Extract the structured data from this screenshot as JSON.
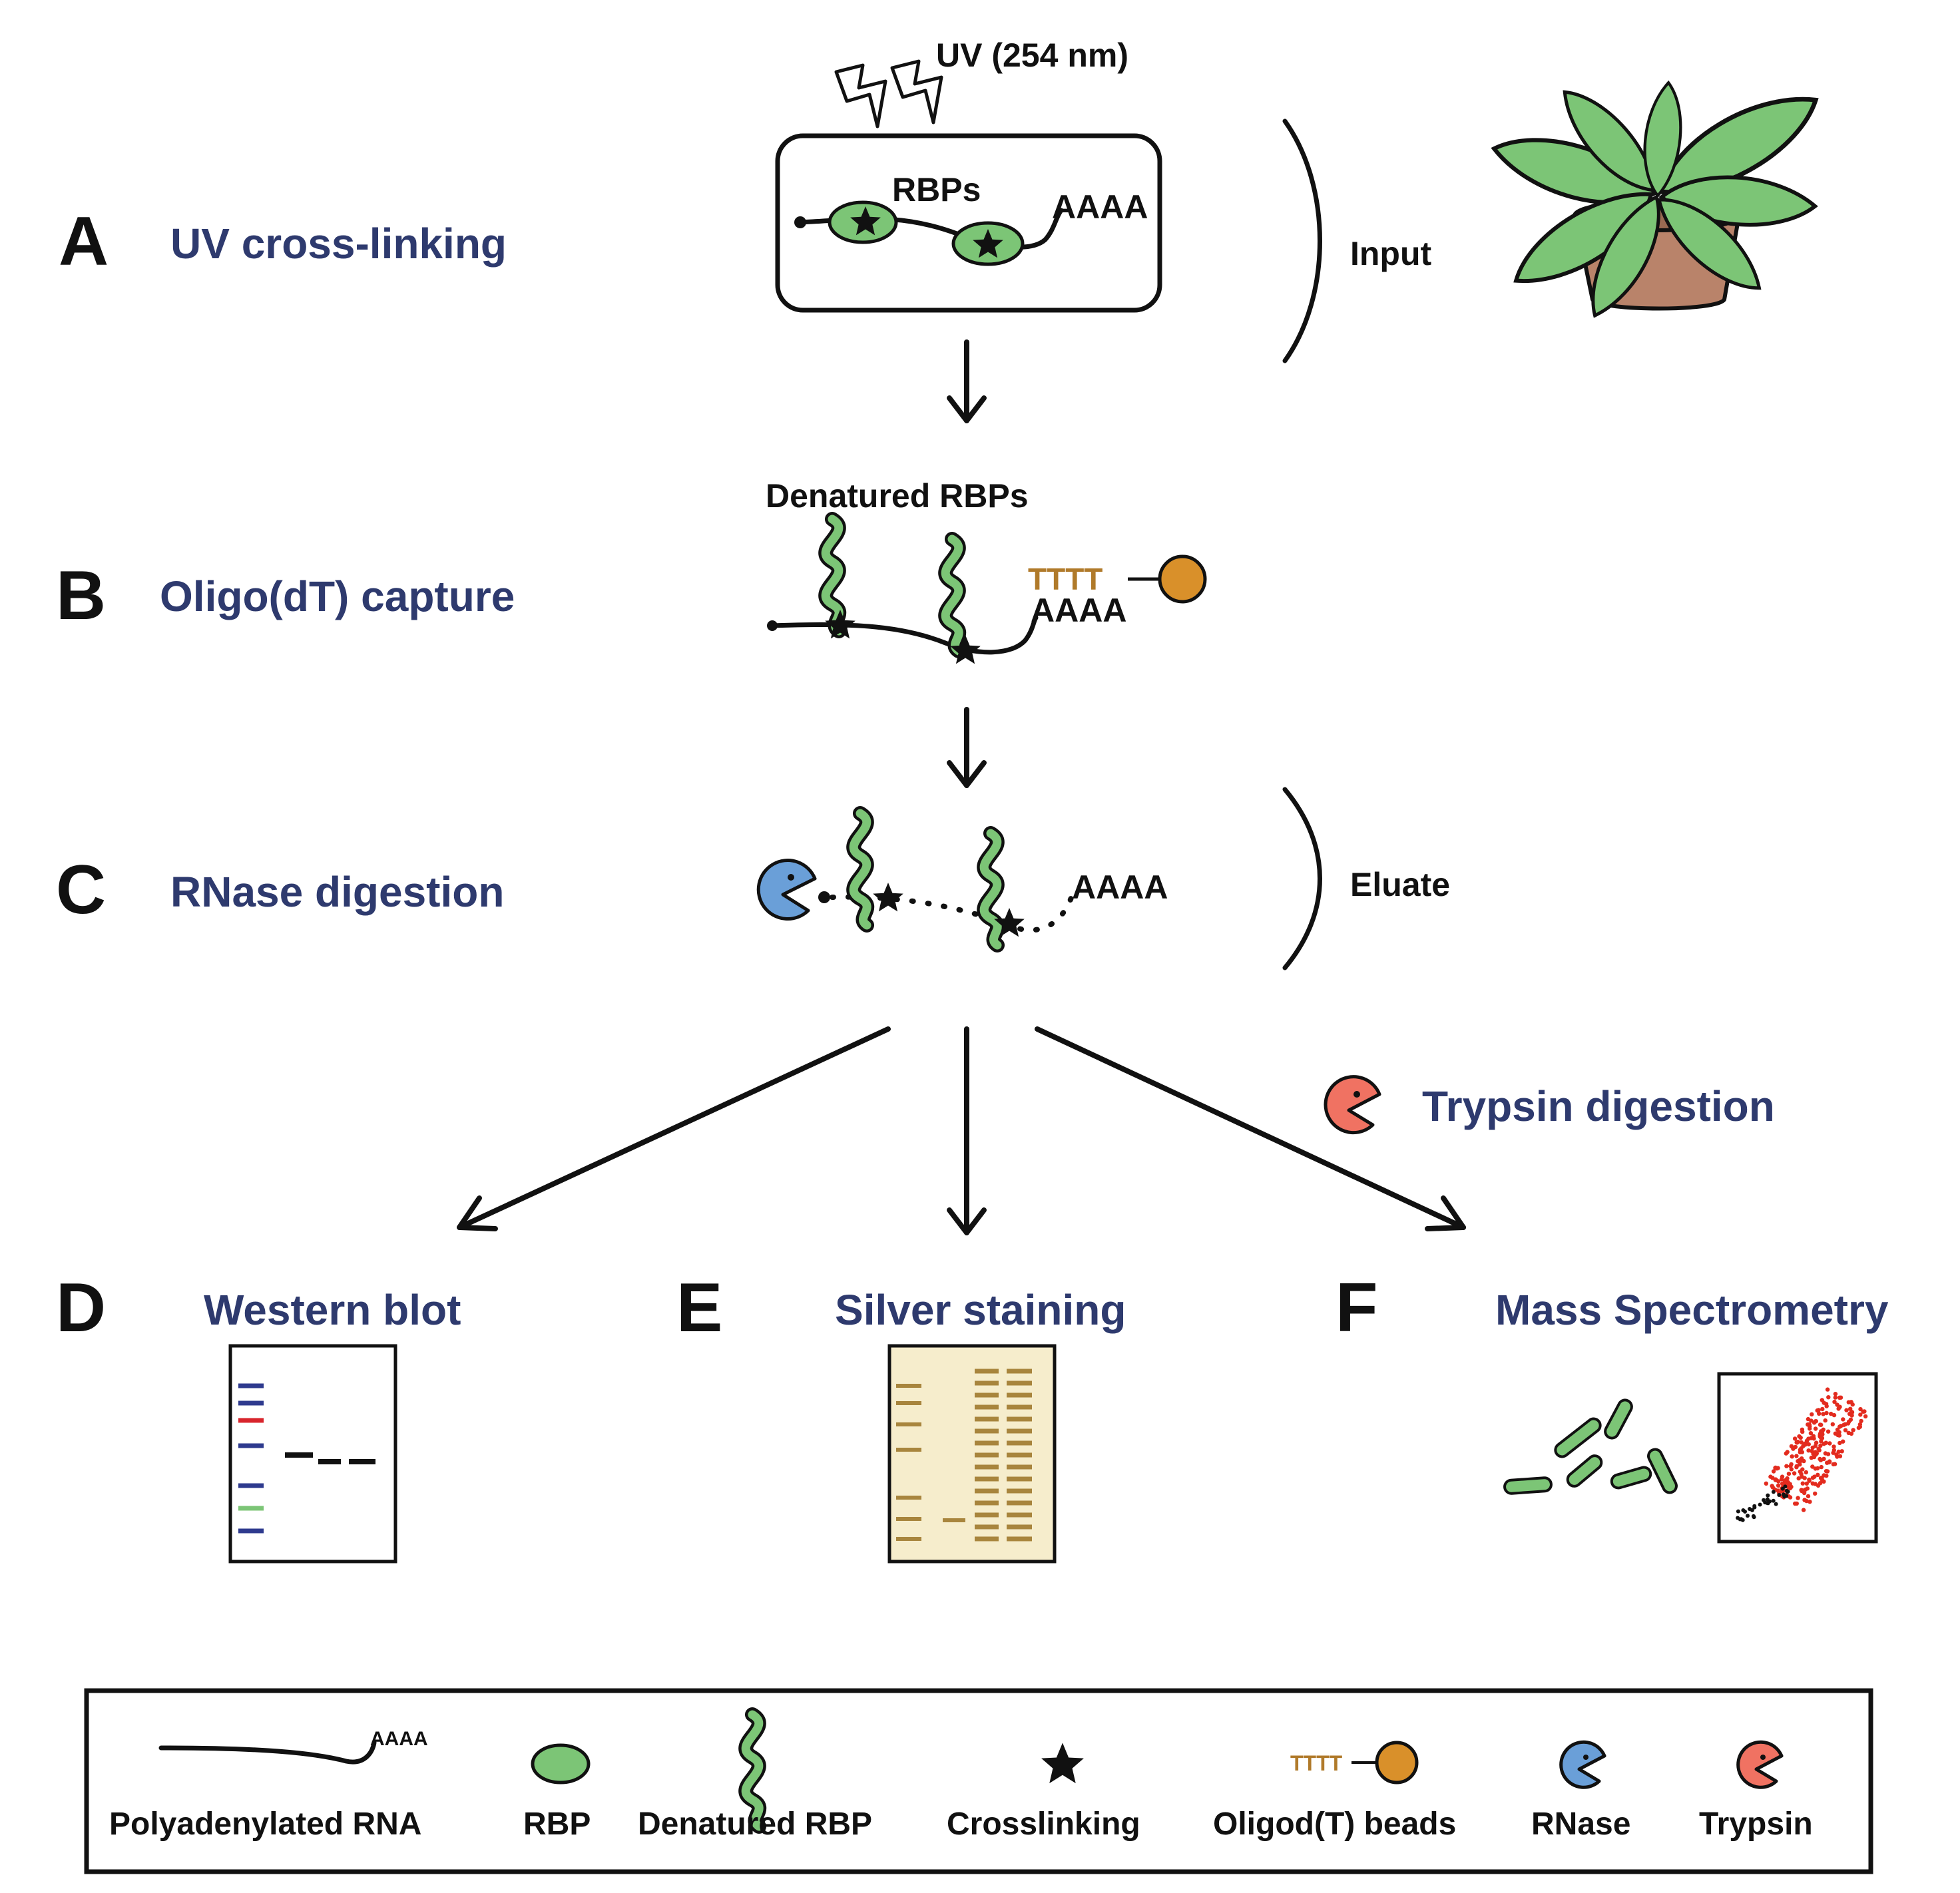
{
  "steps": {
    "a": {
      "letter": "A",
      "title": "UV cross-linking"
    },
    "b": {
      "letter": "B",
      "title": "Oligo(dT) capture"
    },
    "c": {
      "letter": "C",
      "title": "RNase digestion"
    },
    "d": {
      "letter": "D",
      "title": "Western blot"
    },
    "e": {
      "letter": "E",
      "title": "Silver staining"
    },
    "f": {
      "letter": "F",
      "title": "Mass Spectrometry"
    }
  },
  "labels": {
    "uv": "UV (254 nm)",
    "rbps": "RBPs",
    "polya": "AAAA",
    "input": "Input",
    "denatured_rbps": "Denatured RBPs",
    "tttt": "TTTT",
    "eluate": "Eluate",
    "trypsin_digestion": "Trypsin digestion"
  },
  "legend": {
    "polya_small": "AAAA",
    "tttt_small": "TTTT",
    "items": [
      "Polyadenylated RNA",
      "RBP",
      "Denatured RBP",
      "Crosslinking",
      "Oligod(T) beads",
      "RNase",
      "Trypsin"
    ]
  },
  "colors": {
    "step_title": "#2e3a6e",
    "rbp_green": "#7cc576",
    "bead_orange": "#d9902a",
    "tttt_brown": "#b07a2a",
    "rnase_blue": "#6a9fd8",
    "trypsin_red": "#f07262",
    "pot_brown": "#b9836a",
    "gel_cream": "#f6edcc",
    "gel_band": "#a8853d",
    "ms_red": "#e32b1e"
  }
}
